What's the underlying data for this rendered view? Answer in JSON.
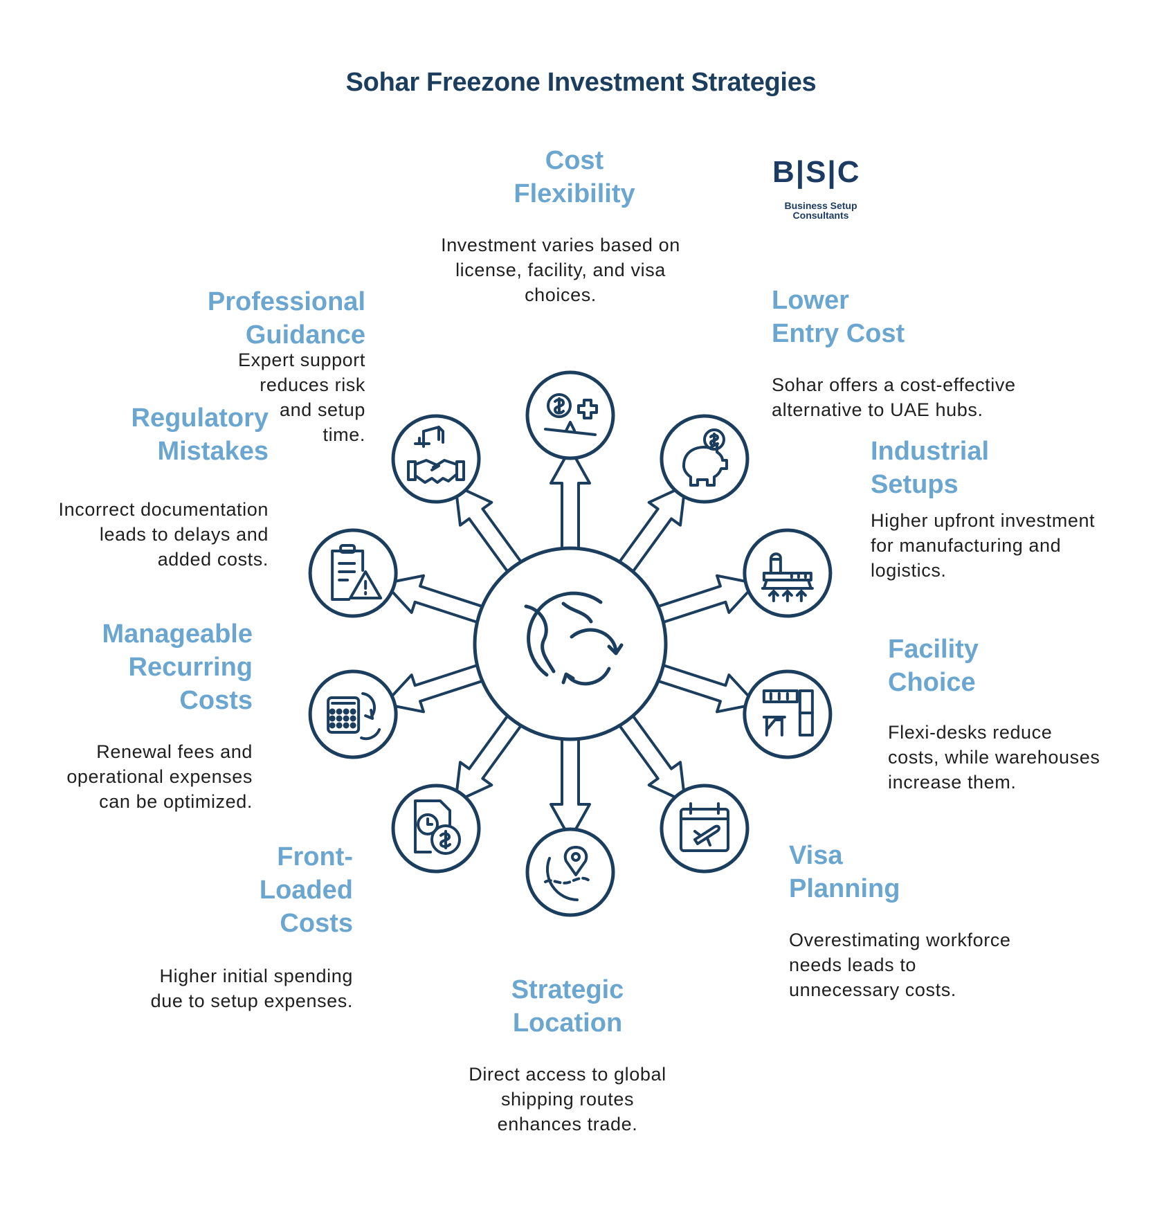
{
  "title": "Sohar Freezone Investment Strategies",
  "logo": {
    "letters": "B|S|C",
    "subtitle": "Business Setup\nConsultants"
  },
  "colors": {
    "dark": "#1b3d5e",
    "heading": "#6aa6cf",
    "text": "#1f1f1f"
  },
  "strategies": [
    {
      "heading": "Cost\nFlexibility",
      "text": "Investment varies based on\nlicense, facility, and visa\nchoices.",
      "icon": "scale-money-plus-icon"
    },
    {
      "heading": "Lower\nEntry Cost",
      "text": "Sohar offers a cost-effective\nalternative to UAE hubs.",
      "icon": "piggy-bank-icon"
    },
    {
      "heading": "Industrial\nSetups",
      "text": "Higher upfront investment\nfor manufacturing and\nlogistics.",
      "icon": "factory-icon"
    },
    {
      "heading": "Facility\nChoice",
      "text": "Flexi-desks reduce\ncosts, while warehouses\nincrease them.",
      "icon": "office-desk-icon"
    },
    {
      "heading": "Visa\nPlanning",
      "text": "Overestimating workforce\nneeds leads to\nunnecessary costs.",
      "icon": "calendar-plane-icon"
    },
    {
      "heading": "Strategic\nLocation",
      "text": "Direct access to global\nshipping routes\nenhances trade.",
      "icon": "location-route-icon"
    },
    {
      "heading": "Front-\nLoaded\nCosts",
      "text": "Higher initial spending\ndue to setup expenses.",
      "icon": "document-clock-dollar-icon"
    },
    {
      "heading": "Manageable\nRecurring\nCosts",
      "text": "Renewal fees and\noperational expenses\ncan be optimized.",
      "icon": "calculator-refresh-icon"
    },
    {
      "heading": "Regulatory\nMistakes",
      "text": "Incorrect documentation\nleads to delays and\nadded costs.",
      "icon": "clipboard-warning-icon"
    },
    {
      "heading": "Professional\nGuidance",
      "text": "Expert support\nreduces risk\nand setup\ntime.",
      "icon": "handshake-icon"
    }
  ]
}
